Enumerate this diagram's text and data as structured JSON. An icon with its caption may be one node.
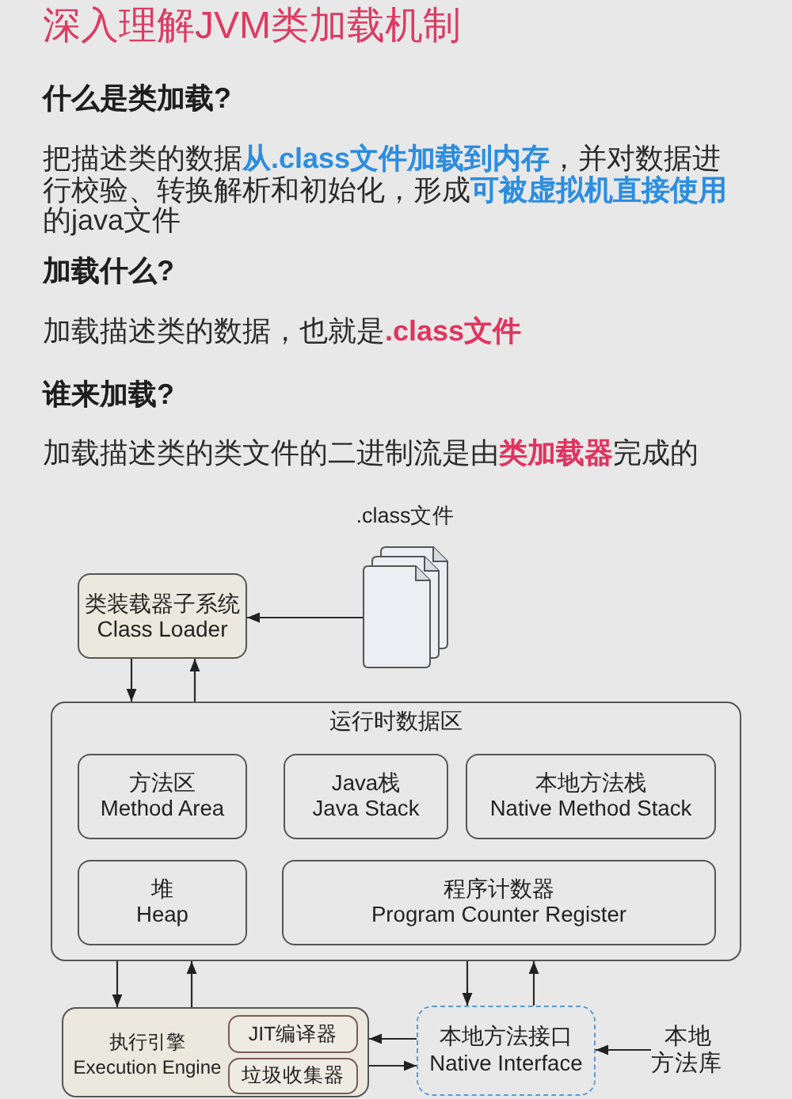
{
  "diagram": {
    "title": "深入理解JVM类加载机制",
    "nodes": [
      {
        "text": [],
        "shape": "picture",
        "beside": [
          ".class文件"
        ]
      },
      {
        "text": [
          "类装载器子系统",
          "Class Loader"
        ]
      },
      {
        "text": [
          "运行时数据区"
        ]
      },
      {
        "text": [
          "方法区",
          "Method Area"
        ],
        "in": 2
      },
      {
        "text": [
          "Java栈",
          "Java Stack"
        ],
        "in": 2
      },
      {
        "text": [
          "本地方法栈",
          "Native Method Stack"
        ],
        "in": 2
      },
      {
        "text": [
          "堆",
          "Heap"
        ],
        "in": 2
      },
      {
        "text": [
          "程序计数器",
          "Program Counter Register"
        ],
        "in": 2
      },
      {
        "text": [
          "执行引擎",
          "Execution Engine"
        ]
      },
      {
        "text": [
          "JIT编译器"
        ],
        "in": 8
      },
      {
        "text": [
          "垃圾收集器"
        ],
        "in": 8
      },
      {
        "text": [
          "本地方法接口",
          "Native Interface"
        ]
      },
      {
        "text": [
          "本地方法库"
        ]
      }
    ],
    "edges": [
      {
        "from": 0,
        "to": 1,
        "arrow": "to"
      },
      {
        "from": 1,
        "to": 2,
        "arrow": "to"
      },
      {
        "from": 2,
        "to": 1,
        "arrow": "to"
      },
      {
        "from": 2,
        "to": 8,
        "arrow": "to"
      },
      {
        "from": 8,
        "to": 2,
        "arrow": "to"
      },
      {
        "from": 2,
        "to": 11,
        "arrow": "to"
      },
      {
        "from": 11,
        "to": 2,
        "arrow": "to"
      },
      {
        "from": 11,
        "to": 8,
        "arrow": "to"
      },
      {
        "from": 8,
        "to": 11,
        "arrow": "to"
      },
      {
        "from": 12,
        "to": 11,
        "arrow": "to"
      }
    ],
    "labels": [
      "什么是类加载?",
      "把描述类的数据**从.class文件加载到内存**，并对数据进行校验、转换解析和初始化，形成**可被虚拟机直接使用**的java文件",
      "加载什么?",
      "加载描述类的数据，也就是**.class文件**",
      "谁来加载?",
      "加载描述类的类文件的二进制流是由**类加载器**完成的"
    ]
  }
}
